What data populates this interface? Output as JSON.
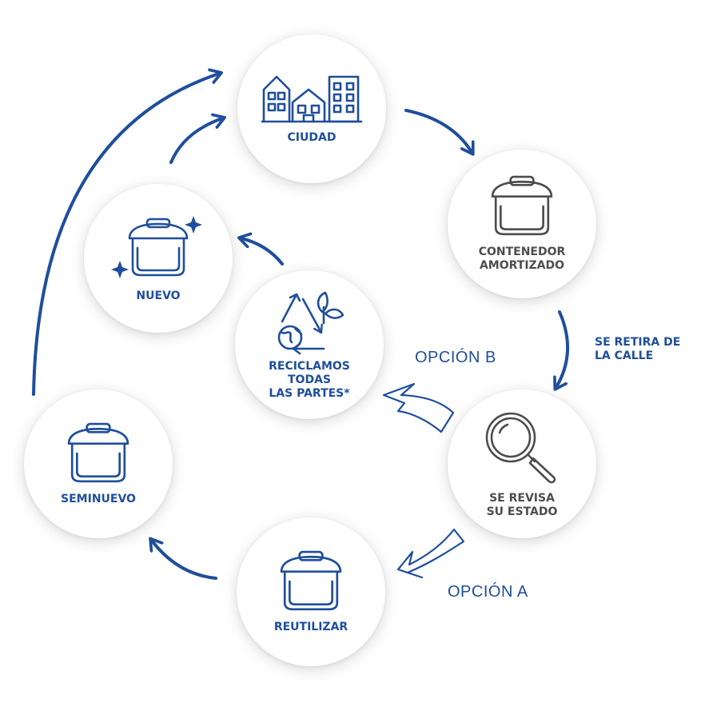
{
  "colors": {
    "primary": "#1f4e9c",
    "gray": "#4d4d4d"
  },
  "nodes": {
    "ciudad": {
      "label": "CIUDAD",
      "icon": "city-buildings-icon"
    },
    "contenedor_amortizado": {
      "label": "CONTENEDOR\nAMORTIZADO",
      "icon": "bin-icon"
    },
    "se_revisa": {
      "label": "SE REVISA\nSU ESTADO",
      "icon": "magnifier-icon"
    },
    "reutilizar": {
      "label": "REUTILIZAR",
      "icon": "bin-icon"
    },
    "seminuevo": {
      "label": "SEMINUEVO",
      "icon": "bin-icon"
    },
    "nuevo": {
      "label": "NUEVO",
      "icon": "sparkle-bin-icon"
    },
    "reciclamos": {
      "label": "RECICLAMOS\nTODAS\nLAS PARTES*",
      "icon": "recycle-globe-icon"
    }
  },
  "notes": {
    "se_retira": "SE RETIRA DE\nLA CALLE"
  },
  "options": {
    "a": "OPCIÓN A",
    "b": "OPCIÓN B"
  }
}
